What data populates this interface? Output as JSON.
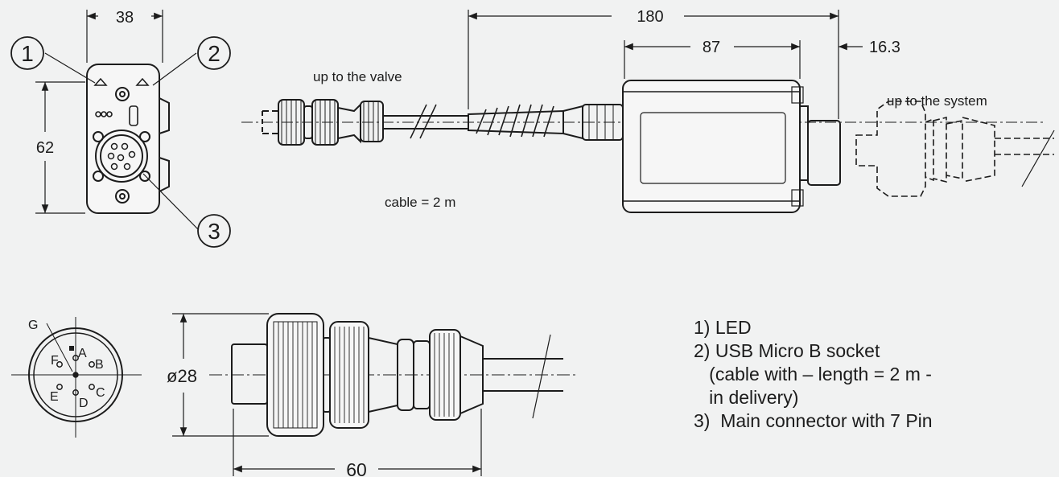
{
  "dimensions": {
    "top_width": "38",
    "top_height": "62",
    "overall_length": "180",
    "housing_length": "87",
    "socket_length": "16.3",
    "plug_diameter": "ø28",
    "plug_length": "60"
  },
  "callouts": {
    "c1": "1",
    "c2": "2",
    "c3": "3"
  },
  "annotations": {
    "valve": "up to the valve",
    "system": "up to the system",
    "cable": "cable = 2 m"
  },
  "pins": {
    "a": "A",
    "b": "B",
    "c": "C",
    "d": "D",
    "e": "E",
    "f": "F",
    "g": "G"
  },
  "legend": {
    "line1": "1) LED",
    "line2": "2) USB Micro B socket",
    "line3": "   (cable with – length = 2 m -",
    "line4": "   in delivery)",
    "line5": "3)  Main connector with 7 Pin"
  },
  "colors": {
    "background": "#f1f2f2",
    "line": "#1c1c1c"
  }
}
